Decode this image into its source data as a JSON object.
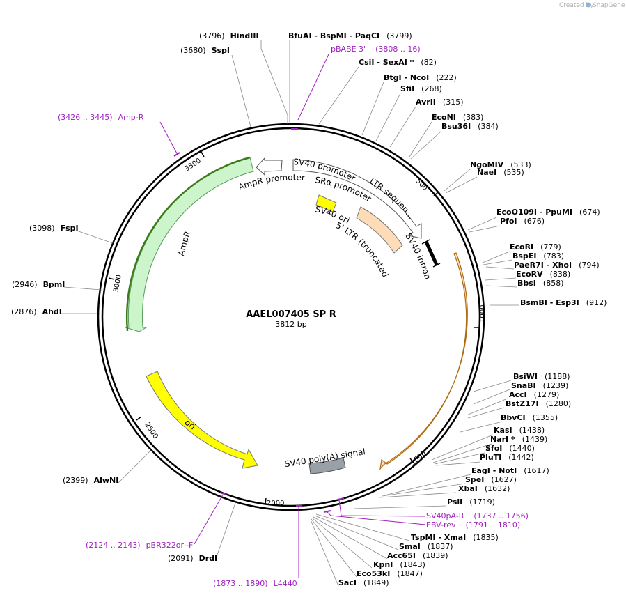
{
  "plasmid": {
    "name": "AAEL007405 SP R",
    "length_label": "3812 bp",
    "length": 3812
  },
  "brand": {
    "created_by": "Created by",
    "name": "SnapGene"
  },
  "colors": {
    "primer": "#a020c0",
    "amp": "#ccf5cc",
    "ori": "#ffff00",
    "orange": "#ffdcb8",
    "gray": "#9aa0a8"
  },
  "ticks": [
    "500",
    "1000",
    "1500",
    "2000",
    "2500",
    "3000",
    "3500"
  ],
  "sites": [
    {
      "pos": "(3796)",
      "name": "HindIII"
    },
    {
      "pos": "(3799)",
      "name": "BfuAI - BspMI - PaqCI"
    },
    {
      "pos": "(3680)",
      "name": "SspI"
    },
    {
      "pos": "(82)",
      "name": "CsiI - SexAI *"
    },
    {
      "pos": "(222)",
      "name": "BtgI - NcoI"
    },
    {
      "pos": "(268)",
      "name": "SfiI"
    },
    {
      "pos": "(315)",
      "name": "AvrII"
    },
    {
      "pos": "(383)",
      "name": "EcoNI"
    },
    {
      "pos": "(384)",
      "name": "Bsu36I"
    },
    {
      "pos": "(533)",
      "name": "NgoMIV"
    },
    {
      "pos": "(535)",
      "name": "NaeI"
    },
    {
      "pos": "(674)",
      "name": "EcoO109I - PpuMI"
    },
    {
      "pos": "(676)",
      "name": "PfoI"
    },
    {
      "pos": "(779)",
      "name": "EcoRI"
    },
    {
      "pos": "(783)",
      "name": "BspEI"
    },
    {
      "pos": "(794)",
      "name": "PaeR7I - XhoI"
    },
    {
      "pos": "(838)",
      "name": "EcoRV"
    },
    {
      "pos": "(858)",
      "name": "BbsI"
    },
    {
      "pos": "(912)",
      "name": "BsmBI - Esp3I"
    },
    {
      "pos": "(1188)",
      "name": "BsiWI"
    },
    {
      "pos": "(1239)",
      "name": "SnaBI"
    },
    {
      "pos": "(1279)",
      "name": "AccI"
    },
    {
      "pos": "(1280)",
      "name": "BstZ17I"
    },
    {
      "pos": "(1355)",
      "name": "BbvCI"
    },
    {
      "pos": "(1438)",
      "name": "KasI"
    },
    {
      "pos": "(1439)",
      "name": "NarI *"
    },
    {
      "pos": "(1440)",
      "name": "SfoI"
    },
    {
      "pos": "(1442)",
      "name": "PluTI"
    },
    {
      "pos": "(1617)",
      "name": "EagI - NotI"
    },
    {
      "pos": "(1627)",
      "name": "SpeI"
    },
    {
      "pos": "(1632)",
      "name": "XbaI"
    },
    {
      "pos": "(1719)",
      "name": "PsiI"
    },
    {
      "pos": "(1835)",
      "name": "TspMI - XmaI"
    },
    {
      "pos": "(1837)",
      "name": "SmaI"
    },
    {
      "pos": "(1839)",
      "name": "Acc65I"
    },
    {
      "pos": "(1843)",
      "name": "KpnI"
    },
    {
      "pos": "(1847)",
      "name": "Eco53kI"
    },
    {
      "pos": "(1849)",
      "name": "SacI"
    },
    {
      "pos": "(3098)",
      "name": "FspI"
    },
    {
      "pos": "(2946)",
      "name": "BpmI"
    },
    {
      "pos": "(2876)",
      "name": "AhdI"
    },
    {
      "pos": "(2399)",
      "name": "AlwNI"
    },
    {
      "pos": "(2091)",
      "name": "DrdI"
    }
  ],
  "primers": [
    {
      "name": "pBABE 3'",
      "range": "(3808 .. 16)"
    },
    {
      "name": "Amp-R",
      "range": "(3426 .. 3445)"
    },
    {
      "name": "SV40pA-R",
      "range": "(1737 .. 1756)"
    },
    {
      "name": "EBV-rev",
      "range": "(1791 .. 1810)"
    },
    {
      "name": "pBR322ori-F",
      "range": "(2124 .. 2143)"
    },
    {
      "name": "L4440",
      "range": "(1873 .. 1890)"
    }
  ],
  "features": [
    {
      "label": "AmpR promoter"
    },
    {
      "label": "AmpR"
    },
    {
      "label": "SV40 promoter"
    },
    {
      "label": "LTR sequen..."
    },
    {
      "label": "SRα promoter"
    },
    {
      "label": "SV40 ori"
    },
    {
      "label": "5' LTR (truncated)"
    },
    {
      "label": "SV40 intron"
    },
    {
      "label": "ori"
    },
    {
      "label": "SV40 poly(A) signal"
    }
  ]
}
